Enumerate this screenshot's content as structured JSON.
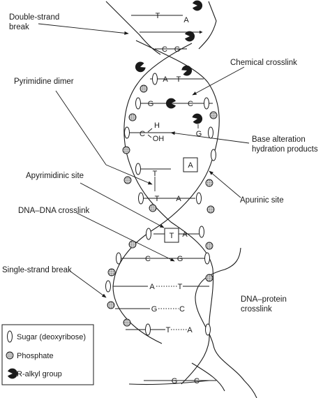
{
  "labels": {
    "double_strand_break": [
      "Double-strand",
      "break"
    ],
    "chemical_crosslink": "Chemical crosslink",
    "pyrimidine_dimer": "Pyrimidine dimer",
    "base_alteration": [
      "Base alteration",
      "hydration products"
    ],
    "apyrimidinic_site": "Apyrimidinic site",
    "apurinic_site": "Apurinic site",
    "dna_dna_crosslink": "DNA–DNA crosslink",
    "single_strand_break": "Single-strand break",
    "dna_protein_crosslink": [
      "DNA–protein",
      "crosslink"
    ]
  },
  "bases": {
    "top_t": "T",
    "top_a": "A",
    "cg1_c": "C",
    "cg1_g": "G",
    "at1_a": "A",
    "at1_t": "T",
    "gc_g": "G",
    "gc_c": "C",
    "hydrate_g": "G",
    "hydrate_h": "H",
    "hydrate_c": "C",
    "hydrate_oh": "OH",
    "dimer_t1": "T",
    "dimer_t2": "T",
    "apurinic_a": "A",
    "mid_a": "A",
    "crosslink_t": "T",
    "crosslink_a": "A",
    "cg2_c": "C",
    "cg2_g": "G",
    "at2_a": "A",
    "at2_t": "T",
    "gc2_g": "G",
    "gc2_c": "C",
    "ta_t": "T",
    "ta_a": "A",
    "bottom_g": "G",
    "bottom_c": "C"
  },
  "legend": {
    "sugar": "Sugar (deoxyribose)",
    "phosphate": "Phosphate",
    "alkyl": "R-alkyl group"
  },
  "icons": {
    "sugar": "sugar-ellipse-icon",
    "phosphate": "phosphate-dotted-circle-icon",
    "alkyl": "r-alkyl-pacman-icon"
  }
}
